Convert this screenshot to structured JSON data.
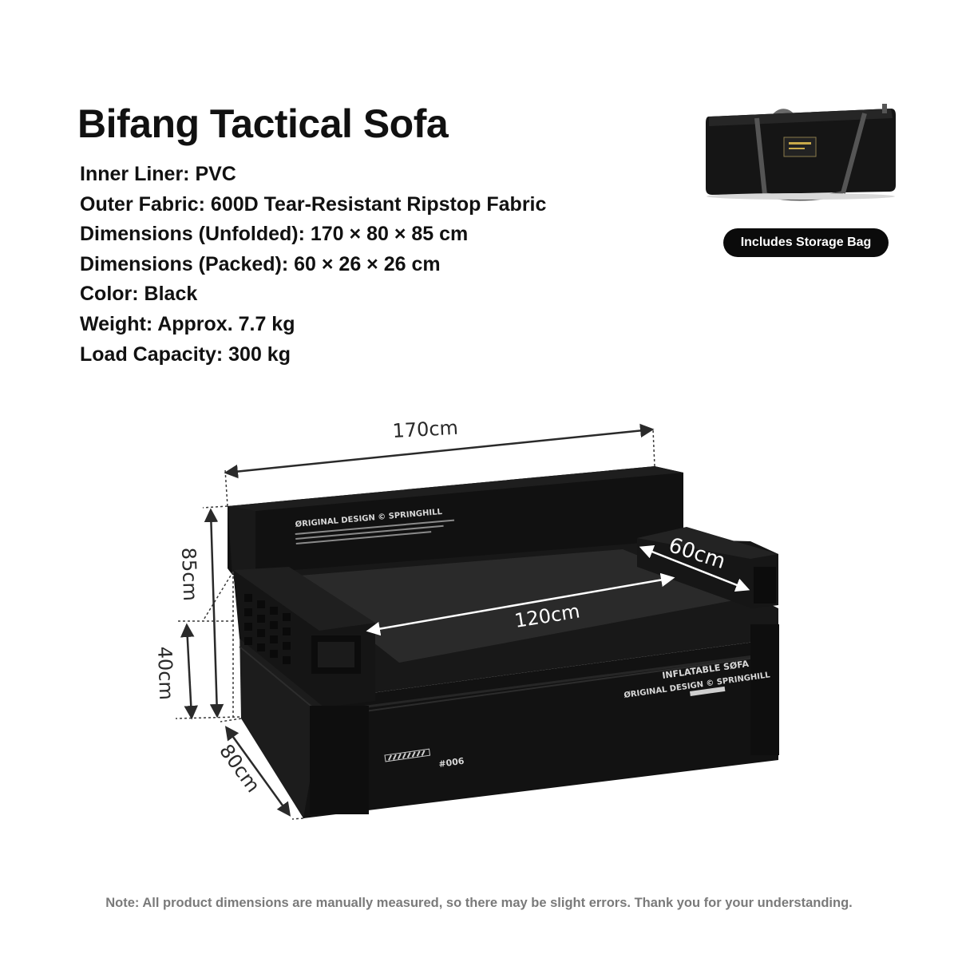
{
  "title": "Bifang Tactical Sofa",
  "specs": [
    "Inner Liner: PVC",
    "Outer Fabric: 600D Tear-Resistant Ripstop Fabric",
    "Dimensions (Unfolded): 170 × 80 × 85 cm",
    "Dimensions (Packed): 60 × 26 × 26 cm",
    "Color: Black",
    "Weight: Approx. 7.7 kg",
    "Load Capacity: 300 kg"
  ],
  "storage_badge": "Includes Storage Bag",
  "dimensions": {
    "width": "170cm",
    "height": "85cm",
    "seat_height": "40cm",
    "depth": "80cm",
    "seat_width": "120cm",
    "armrest": "60cm"
  },
  "sofa_print": {
    "backrest": "ØRIGINAL DESIGN © SPRINGHILL",
    "front_title": "INFLATABLE SØFA",
    "front_sub": "ØRIGINAL DESIGN © SPRINGHILL",
    "front_code": "#006"
  },
  "footnote": "Note: All product dimensions are manually measured, so there may be slight errors. Thank you for your understanding.",
  "colors": {
    "product": "#111111",
    "badge": "#0b0b0b",
    "dimension_line": "#333333"
  }
}
